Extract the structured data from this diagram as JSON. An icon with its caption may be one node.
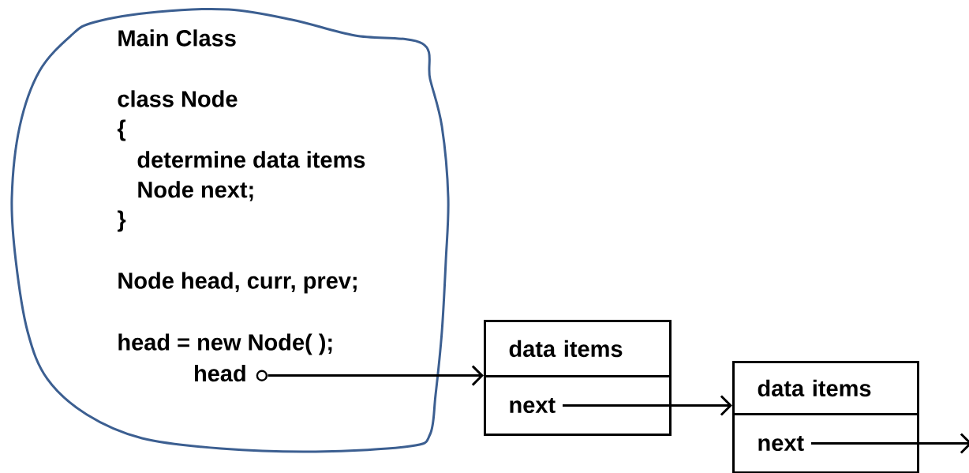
{
  "diagram": {
    "nodes": [
      {
        "text": [
          "Main Class",
          "class Node",
          "{",
          "determine data items",
          "Node next;",
          "}",
          "Node head, curr, prev;",
          "head = new Node( );"
        ]
      },
      {
        "text": [
          "head"
        ],
        "in": 0
      },
      {
        "text": [],
        "shape": "box"
      },
      {
        "text": [
          "data items"
        ],
        "in": 2
      },
      {
        "text": [
          "next"
        ],
        "in": 2
      },
      {
        "text": [],
        "shape": "box"
      },
      {
        "text": [
          "data items"
        ],
        "in": 5
      },
      {
        "text": [
          "next"
        ],
        "in": 5
      }
    ],
    "edges": [
      {
        "from": 1,
        "to": 2,
        "arrow": "to"
      },
      {
        "from": 4,
        "to": 5,
        "arrow": "to"
      },
      {
        "from": 7,
        "to": null,
        "arrow": "to"
      }
    ]
  }
}
